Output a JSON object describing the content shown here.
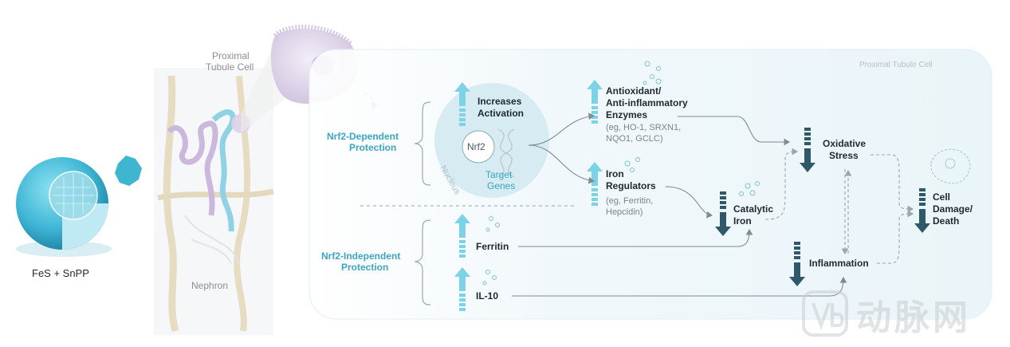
{
  "left": {
    "compound_label": "FeS + SnPP",
    "cell_label_line1": "Proximal",
    "cell_label_line2": "Tubule Cell",
    "nephron_label": "Nephron"
  },
  "panel": {
    "title": "Proximal Tubule Cell"
  },
  "groups": {
    "dependent_line1": "Nrf2-Dependent",
    "dependent_line2": "Protection",
    "independent_line1": "Nrf2-Independent",
    "independent_line2": "Protection"
  },
  "nucleus": {
    "label": "Nucleus",
    "activation_line1": "Increases",
    "activation_line2": "Activation",
    "nrf2": "Nrf2",
    "target_line1": "Target",
    "target_line2": "Genes"
  },
  "nodes": {
    "antioxidant_line1": "Antioxidant/",
    "antioxidant_line2": "Anti-inflammatory",
    "antioxidant_line3": "Enzymes",
    "antioxidant_ex1": "(eg, HO-1, SRXN1,",
    "antioxidant_ex2": "NQO1, GCLC)",
    "iron_line1": "Iron",
    "iron_line2": "Regulators",
    "iron_ex1": "(eg, Ferritin,",
    "iron_ex2": "Hepcidin)",
    "catalytic_line1": "Catalytic",
    "catalytic_line2": "Iron",
    "oxidative_line1": "Oxidative",
    "oxidative_line2": "Stress",
    "ferritin": "Ferritin",
    "il10": "IL-10",
    "inflammation": "Inflammation",
    "cell_damage_line1": "Cell",
    "cell_damage_line2": "Damage/",
    "cell_damage_line3": "Death"
  },
  "watermark": {
    "text": "动脉网"
  },
  "colors": {
    "teal_text": "#3aa6c4",
    "up_arrow": "#7dd3e6",
    "down_arrow": "#2f5968",
    "connector": "#8a9aa3",
    "panel_bg": "#eef7fa"
  }
}
